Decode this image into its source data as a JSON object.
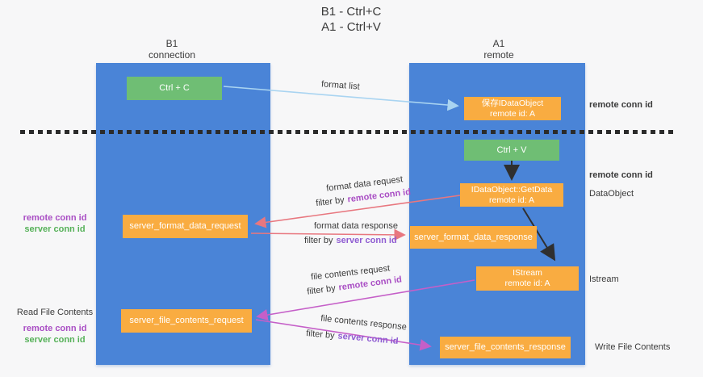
{
  "title": {
    "line1": "B1 - Ctrl+C",
    "line2": "A1 - Ctrl+V"
  },
  "lanes": {
    "b1": {
      "name": "B1",
      "subtitle": "connection"
    },
    "a1": {
      "name": "A1",
      "subtitle": "remote"
    }
  },
  "nodes": {
    "ctrl_c": {
      "label": "Ctrl + C"
    },
    "save_idataobject": {
      "line1": "保存IDataObject",
      "line2": "remote id: A"
    },
    "ctrl_v": {
      "label": "Ctrl + V"
    },
    "getdata": {
      "line1": "IDataObject::GetData",
      "line2": "remote id: A"
    },
    "format_request": {
      "label": "server_format_data_request"
    },
    "format_response": {
      "label": "server_format_data_response"
    },
    "istream": {
      "line1": "IStream",
      "line2": "remote id: A"
    },
    "file_request": {
      "label": "server_file_contents_request"
    },
    "file_response": {
      "label": "server_file_contents_response"
    }
  },
  "flow": {
    "format_list": "format list",
    "format_data_request": "format data request",
    "format_data_response": "format data response",
    "file_contents_request": "file contents request",
    "file_contents_response": "file contents response",
    "filter_by": "filter by",
    "remote_conn_id": "remote conn id",
    "server_conn_id": "server conn id"
  },
  "side": {
    "remote_conn_id": "remote conn id",
    "server_conn_id": "server conn id",
    "dataobject": "DataObject",
    "istream": "Istream",
    "read_file_contents": "Read File Contents",
    "write_file_contents": "Write File Contents"
  },
  "colors": {
    "lane_blue": "#4a84d7",
    "node_orange": "#f9ac41",
    "node_green": "#6fbe74",
    "arrow_light_blue": "#a9d4f1",
    "arrow_salmon": "#e8777f",
    "arrow_magenta": "#c55fc8",
    "arrow_black": "#2f2f2f",
    "label_remote_purple": "#a94ec4",
    "label_server_violet": "#8f5cd2",
    "label_server_green": "#55b158",
    "text_dark": "#3b3b3b",
    "background": "#f7f7f8"
  }
}
